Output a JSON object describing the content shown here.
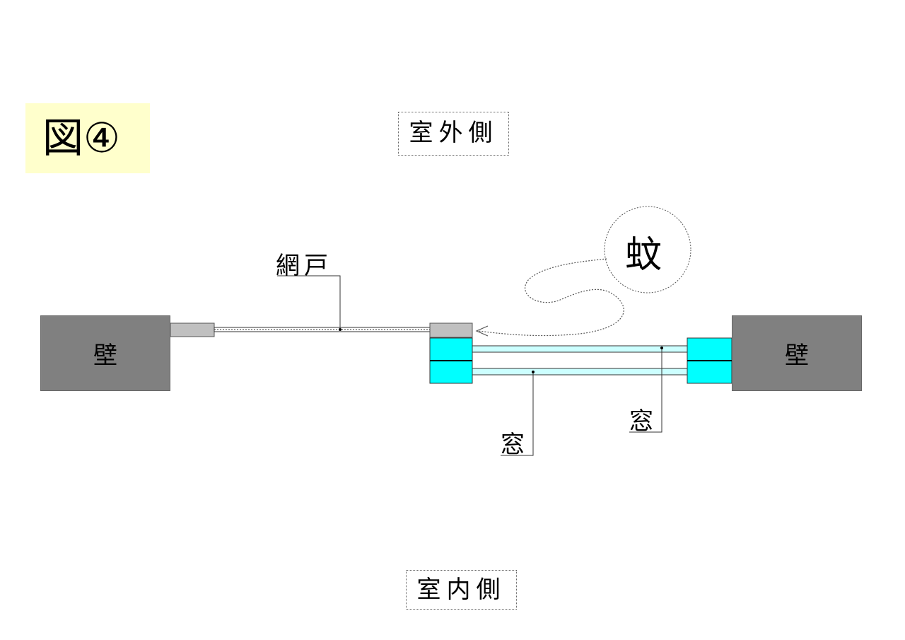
{
  "figure_label": "図④",
  "outdoor_label": "室外側",
  "indoor_label": "室内側",
  "mosquito_label": "蚊",
  "screen_label": "網戸",
  "wall_left_label": "壁",
  "wall_right_label": "壁",
  "window_inner_label": "窓",
  "window_outer_label": "窓",
  "colors": {
    "wall": "#808080",
    "window_frame": "#00ffff",
    "window_glass": "#ccffff",
    "screen_frame": "#c0c0c0",
    "figure_label_bg": "#ffffcc"
  }
}
